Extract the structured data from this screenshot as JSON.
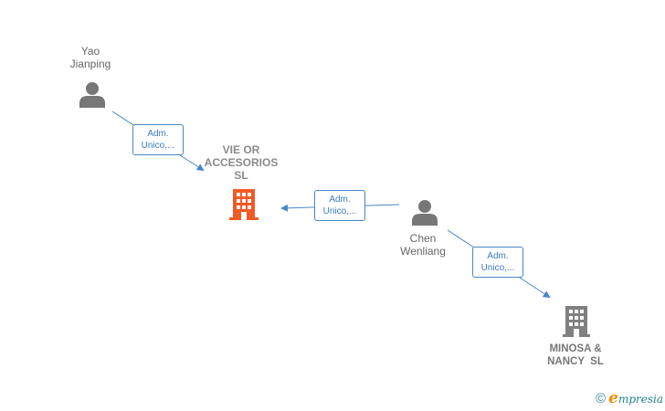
{
  "people": [
    {
      "id": "yao",
      "name_line1": "Yao",
      "name_line2": "Jianping",
      "icon": "person-icon"
    },
    {
      "id": "chen",
      "name_line1": "Chen",
      "name_line2": "Wenliang",
      "icon": "person-icon"
    }
  ],
  "companies": [
    {
      "id": "vie",
      "name_line1": "VIE OR",
      "name_line2": "ACCESORIOS",
      "name_line3": "SL",
      "icon": "building-icon",
      "color": "#f15a24"
    },
    {
      "id": "minosa",
      "name_line1": "MINOSA &",
      "name_line2": "NANCY  SL",
      "icon": "building-icon",
      "color": "#808080"
    }
  ],
  "relations": [
    {
      "line1": "Adm.",
      "line2": "Unico,..."
    },
    {
      "line1": "Adm.",
      "line2": "Unico,..."
    },
    {
      "line1": "Adm.",
      "line2": "Unico,..."
    }
  ],
  "footer": {
    "copyright": "©",
    "brand_initial": "e",
    "brand_rest": "mpresia"
  },
  "colors": {
    "edge": "#4a86c8",
    "person": "#777777",
    "main_company": "#f15a24",
    "company": "#808080"
  }
}
